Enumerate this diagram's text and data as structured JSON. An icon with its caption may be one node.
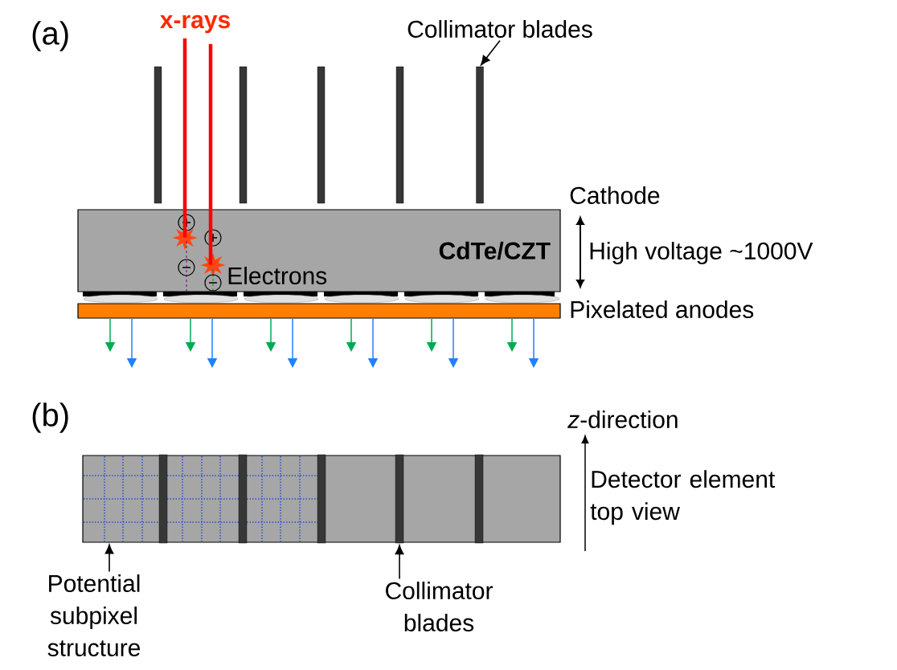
{
  "diagram": {
    "nodes": [
      {
        "text": [
          "x-rays"
        ]
      },
      {
        "text": [
          "Collimator blades"
        ]
      },
      {
        "text": [],
        "shape": "bar"
      },
      {
        "text": [
          "CdTe/CZT"
        ]
      },
      {
        "text": [],
        "shape": "box"
      },
      {
        "text": [],
        "shape": "bar",
        "in": 4
      },
      {
        "text": [
          "Potential subpixel structure"
        ]
      },
      {
        "text": [
          "Collimator blades"
        ]
      }
    ],
    "edges": [
      {
        "from": 1,
        "to": 2,
        "arrow": "to"
      },
      {
        "from": 0,
        "to": 3,
        "arrow": "none",
        "color": "#ff0000",
        "style": "thick"
      },
      {
        "from": 0,
        "to": 3,
        "arrow": "none",
        "color": "#ff0000",
        "style": "thick"
      },
      {
        "from": 6,
        "to": 4,
        "arrow": "to"
      },
      {
        "from": 7,
        "to": 5,
        "arrow": "to"
      }
    ],
    "labels": [
      "(a)",
      "Cathode",
      "High voltage ~1000V",
      "Electrons",
      "Pixelated anodes",
      "(b)",
      "*z*-direction",
      "Detector element top view"
    ]
  }
}
